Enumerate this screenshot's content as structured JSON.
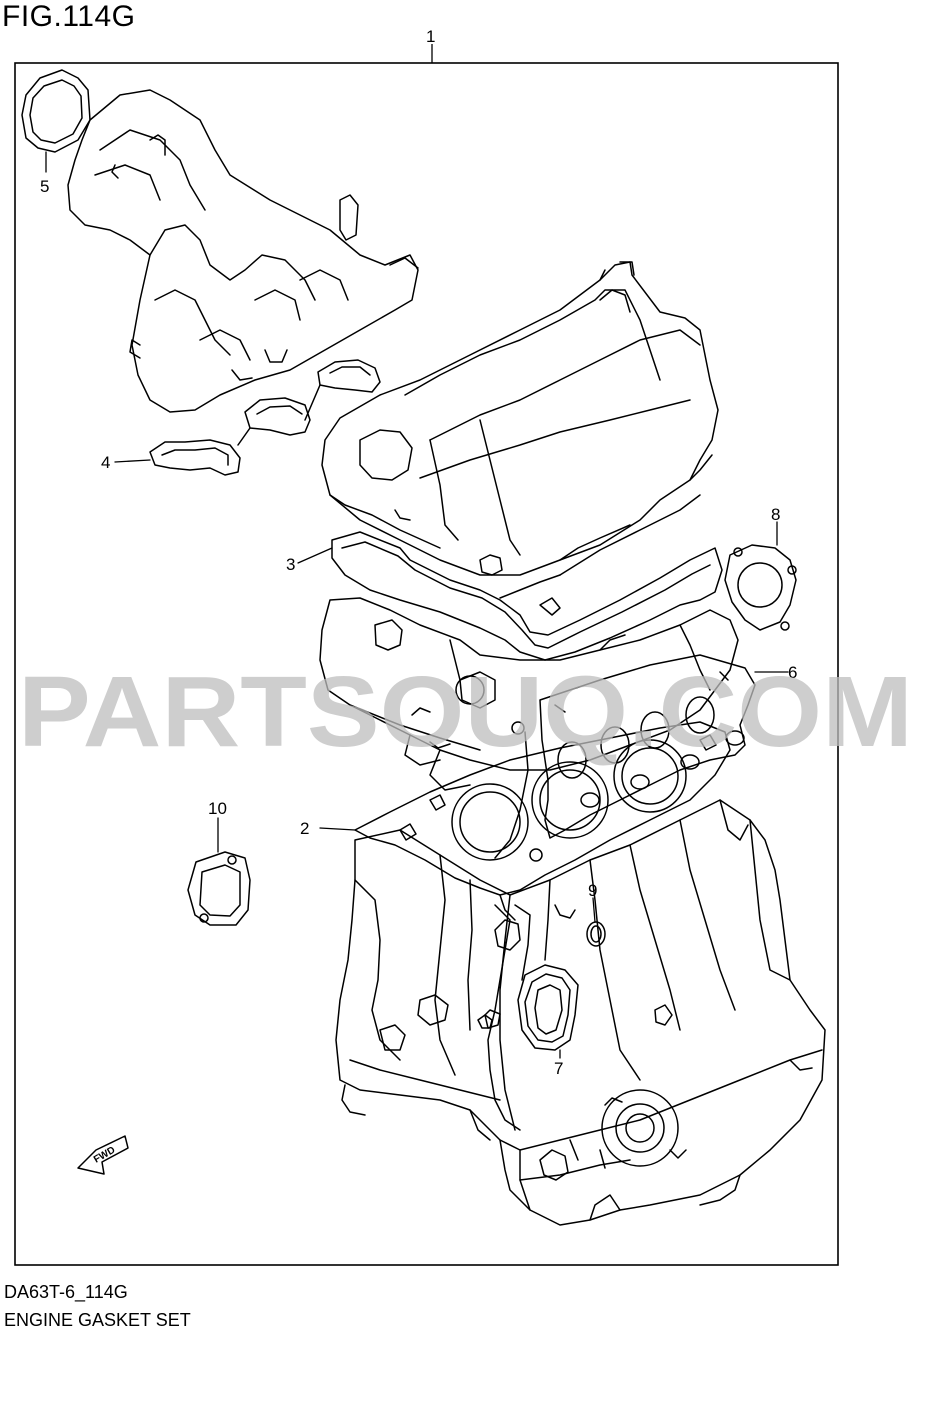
{
  "figure": {
    "title": "FIG.114G",
    "code": "DA63T-6_114G",
    "name": "ENGINE GASKET SET"
  },
  "watermark": "PARTSOUQ.COM",
  "fwd_label": "FWD",
  "callouts": [
    "1",
    "2",
    "3",
    "4",
    "5",
    "6",
    "7",
    "8",
    "9",
    "10"
  ],
  "colors": {
    "line": "#000000",
    "watermark": "#c8c8c8",
    "background": "#ffffff"
  }
}
